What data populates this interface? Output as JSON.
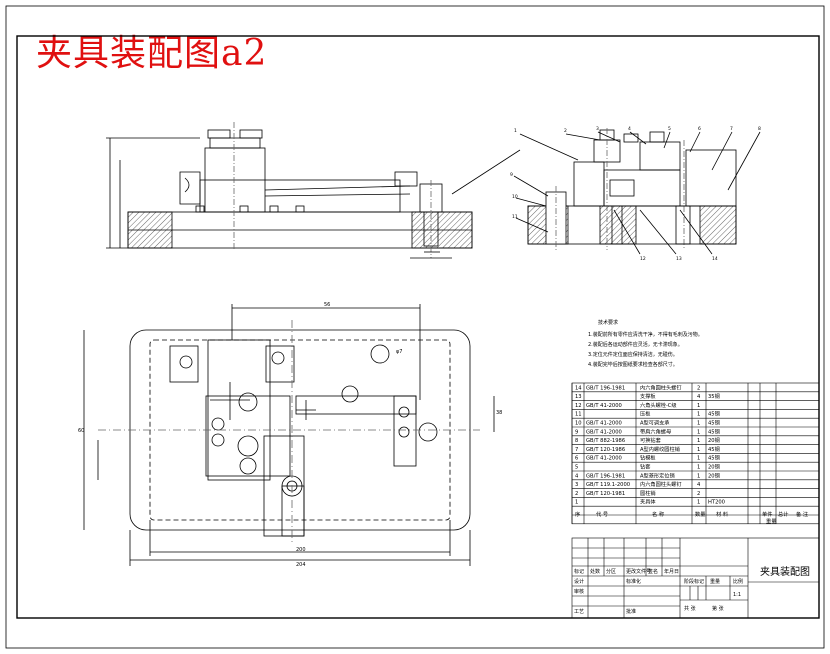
{
  "title": "夹具装配图a2",
  "colors": {
    "title": "#e01010",
    "line": "#000000",
    "center": "#666666",
    "hatch": "#000000"
  },
  "tech_requirements": {
    "heading": "技术要求",
    "lines": [
      "1.装配前所有零件应清洗干净，不得有毛刺及污物。",
      "2.装配后各运动部件应灵活，无卡滞现象。",
      "3.定位元件定位面应保持清洁，无碰伤。",
      "4.装配完毕后按图纸要求检查各部尺寸。"
    ]
  },
  "bom": {
    "rows": [
      {
        "no": "14",
        "std": "GB/T 196-1981",
        "name": "内六角圆柱头螺钉",
        "qty": "2",
        "mat": ""
      },
      {
        "no": "13",
        "std": "",
        "name": "支撑板",
        "qty": "4",
        "mat": "35钢"
      },
      {
        "no": "12",
        "std": "GB/T 41-2000",
        "name": "六角头螺栓-C级",
        "qty": "1",
        "mat": ""
      },
      {
        "no": "11",
        "std": "",
        "name": "压板",
        "qty": "1",
        "mat": "45钢"
      },
      {
        "no": "10",
        "std": "GB/T 41-2000",
        "name": "A型可调支承",
        "qty": "1",
        "mat": "45钢"
      },
      {
        "no": "9",
        "std": "GB/T 41-2000",
        "name": "带肩六角螺母",
        "qty": "1",
        "mat": "45钢"
      },
      {
        "no": "8",
        "std": "GB/T 882-1986",
        "name": "可换钻套",
        "qty": "1",
        "mat": "20钢"
      },
      {
        "no": "7",
        "std": "GB/T 120-1986",
        "name": "A型内螺纹圆柱销",
        "qty": "1",
        "mat": "45钢"
      },
      {
        "no": "6",
        "std": "GB/T 41-2000",
        "name": "钻模板",
        "qty": "1",
        "mat": "45钢"
      },
      {
        "no": "5",
        "std": "",
        "name": "钻套",
        "qty": "1",
        "mat": "20钢"
      },
      {
        "no": "4",
        "std": "GB/T 196-1981",
        "name": "A型菱形定位销",
        "qty": "1",
        "mat": "20钢"
      },
      {
        "no": "3",
        "std": "GB/T 119.1-2000",
        "name": "内六角圆柱头螺钉",
        "qty": "4",
        "mat": ""
      },
      {
        "no": "2",
        "std": "GB/T 120-1981",
        "name": "圆柱销",
        "qty": "2",
        "mat": ""
      },
      {
        "no": "1",
        "std": "",
        "name": "夹具体",
        "qty": "1",
        "mat": "HT200"
      }
    ],
    "header": {
      "no": "序",
      "std": "代 号",
      "name": "名 称",
      "qty": "数量",
      "mat": "材 料",
      "unit_wt": "单件",
      "total_wt": "总计",
      "wt": "重量",
      "remark": "备 注"
    }
  },
  "title_block": {
    "drawing_name": "夹具装配图",
    "labels": {
      "mark": "标记",
      "count": "处数",
      "zone": "分区",
      "change_doc": "更改文件号",
      "sign": "签名",
      "date": "年月日",
      "design": "设计",
      "std_check": "标准化",
      "stage": "阶段标记",
      "weight": "重量",
      "scale": "比例",
      "review": "审核",
      "process": "工艺",
      "approve": "批准",
      "sheets": "共 张",
      "sheet": "第 张",
      "scale_val": "1:1"
    }
  },
  "callouts": [
    "1",
    "2",
    "3",
    "4",
    "5",
    "6",
    "7",
    "8",
    "9",
    "10",
    "11",
    "12",
    "13",
    "14"
  ],
  "dimension_labels": {
    "hole": "φ7",
    "w1": "204",
    "w2": "200",
    "h1": "60",
    "dim_top": "56",
    "dim_v": "38"
  }
}
